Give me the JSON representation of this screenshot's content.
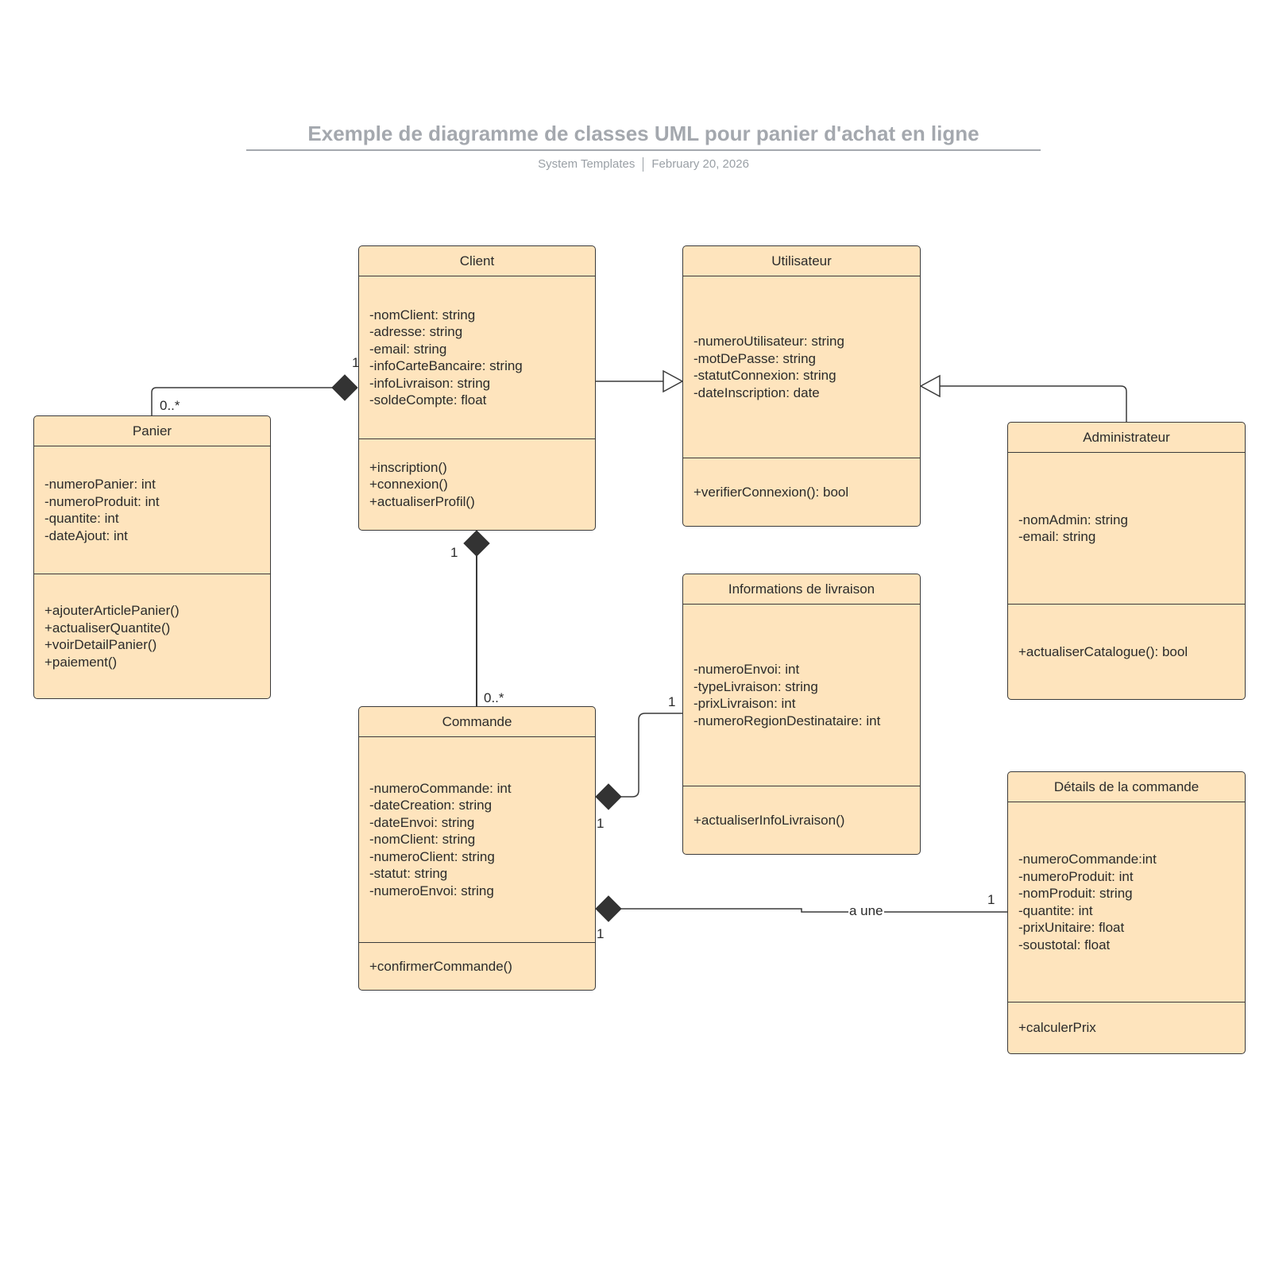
{
  "header": {
    "title": "Exemple de diagramme de classes UML pour panier d'achat en ligne",
    "author": "System Templates",
    "date": "February 20, 2026"
  },
  "classes": {
    "client": {
      "name": "Client",
      "attributes": [
        "-nomClient: string",
        "-adresse: string",
        "-email: string",
        "-infoCarteBancaire: string",
        "-infoLivraison: string",
        "-soldeCompte: float"
      ],
      "methods": [
        "+inscription()",
        "+connexion()",
        "+actualiserProfil()"
      ]
    },
    "utilisateur": {
      "name": "Utilisateur",
      "attributes": [
        "-numeroUtilisateur: string",
        "-motDePasse: string",
        "-statutConnexion: string",
        "-dateInscription: date"
      ],
      "methods": [
        "+verifierConnexion(): bool"
      ]
    },
    "panier": {
      "name": "Panier",
      "attributes": [
        "-numeroPanier: int",
        "-numeroProduit: int",
        "-quantite: int",
        "-dateAjout: int"
      ],
      "methods": [
        "+ajouterArticlePanier()",
        "+actualiserQuantite()",
        "+voirDetailPanier()",
        "+paiement()"
      ]
    },
    "administrateur": {
      "name": "Administrateur",
      "attributes": [
        "-nomAdmin: string",
        "-email: string"
      ],
      "methods": [
        "+actualiserCatalogue(): bool"
      ]
    },
    "livraison": {
      "name": "Informations de livraison",
      "attributes": [
        "-numeroEnvoi: int",
        "-typeLivraison: string",
        "-prixLivraison: int",
        "-numeroRegionDestinataire: int"
      ],
      "methods": [
        "+actualiserInfoLivraison()"
      ]
    },
    "commande": {
      "name": "Commande",
      "attributes": [
        "-numeroCommande: int",
        "-dateCreation: string",
        "-dateEnvoi: string",
        "-nomClient: string",
        "-numeroClient: string",
        "-statut: string",
        "-numeroEnvoi: string"
      ],
      "methods": [
        "+confirmerCommande()"
      ]
    },
    "details": {
      "name": "Détails de la commande",
      "attributes": [
        "-numeroCommande:int",
        "-numeroProduit: int",
        "-nomProduit: string",
        "-quantite: int",
        "-prixUnitaire: float",
        "-soustotal: float"
      ],
      "methods": [
        "+calculerPrix"
      ]
    }
  },
  "relations": {
    "client_panier": {
      "type": "composition",
      "from": "Client",
      "to": "Panier",
      "source_mult": "1",
      "target_mult": "0..*"
    },
    "client_commande": {
      "type": "composition",
      "from": "Client",
      "to": "Commande",
      "source_mult": "1",
      "target_mult": "0..*"
    },
    "client_utilisateur": {
      "type": "generalization",
      "from": "Client",
      "to": "Utilisateur"
    },
    "admin_utilisateur": {
      "type": "generalization",
      "from": "Administrateur",
      "to": "Utilisateur"
    },
    "commande_livraison": {
      "type": "composition",
      "from": "Commande",
      "to": "Informations de livraison",
      "source_mult": "1",
      "target_mult": "1"
    },
    "commande_details": {
      "type": "composition",
      "from": "Commande",
      "to": "Détails de la commande",
      "source_mult": "1",
      "target_mult": "1",
      "label": "a une"
    }
  },
  "colors": {
    "class_fill": "#fee4bd",
    "class_border": "#3a3a3a",
    "line": "#3a3a3a",
    "title": "#a4a8ae"
  }
}
